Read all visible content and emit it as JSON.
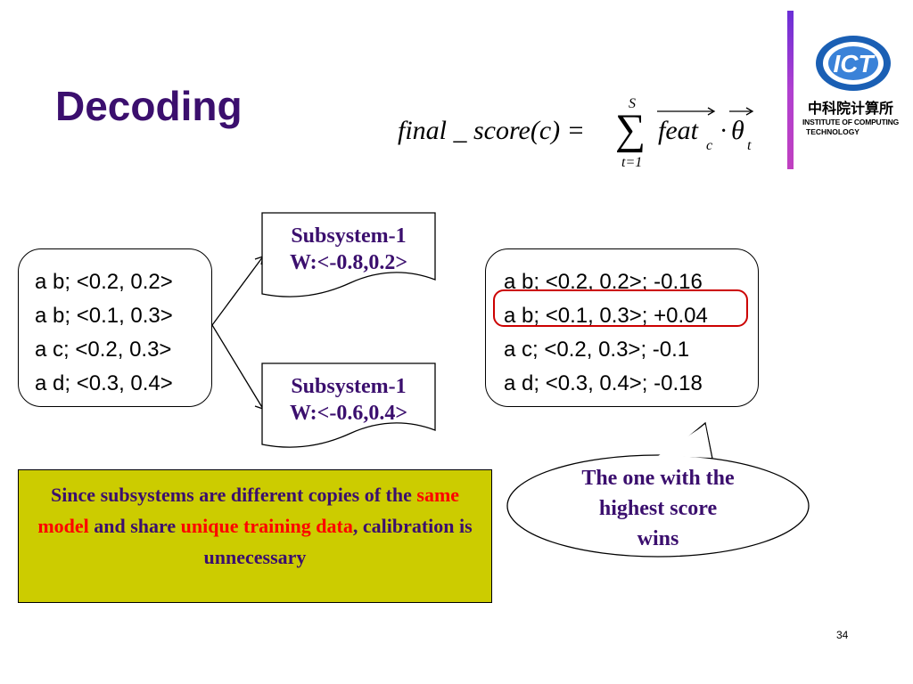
{
  "slide": {
    "title": "Decoding",
    "page_number": "34"
  },
  "formula": {
    "lhs": "final _ score(c) =",
    "sum_upper": "S",
    "sum_lower": "t=1",
    "feat": "feat",
    "feat_sub": "c",
    "dot": "·",
    "theta": "θ",
    "theta_sub": "t"
  },
  "logo": {
    "badge_text": "ICT",
    "chinese_text": "中科院计算所",
    "line1": "INSTITUTE OF COMPUTING",
    "line2": "TECHNOLOGY"
  },
  "input_box": {
    "lines": [
      "a b; <0.2, 0.2>",
      "a b; <0.1, 0.3>",
      "a c; <0.2, 0.3>",
      "a d; <0.3, 0.4>"
    ]
  },
  "subsystems": [
    {
      "name": "Subsystem-1",
      "weights": "W:<-0.8,0.2>"
    },
    {
      "name": "Subsystem-1",
      "weights": "W:<-0.6,0.4>"
    }
  ],
  "output_box": {
    "lines": [
      "a b; <0.2, 0.2>; -0.16",
      "a b; <0.1, 0.3>; +0.04",
      "a c; <0.2, 0.3>; -0.1",
      "a d; <0.3, 0.4>; -0.18"
    ],
    "highlighted_index": 1
  },
  "callout": {
    "line1": "The one with the",
    "line2": "highest score",
    "line3": "wins"
  },
  "note": {
    "part1": "Since subsystems are different copies of the ",
    "red1": "same model",
    "part2": " and share ",
    "red2": "unique training data",
    "part3": ", calibration is unnecessary"
  },
  "colors": {
    "title": "#3b0f6e",
    "accent_red": "#ff0000",
    "note_bg": "#cccc00",
    "highlight_border": "#cc0000",
    "divider_bar": "#9b30c8"
  }
}
